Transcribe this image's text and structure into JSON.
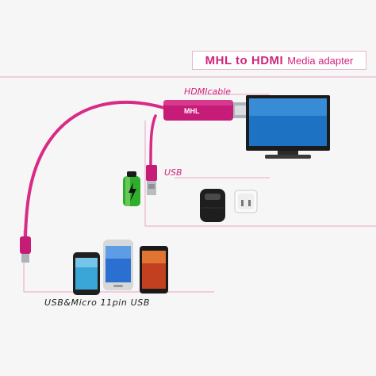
{
  "title": {
    "main": "MHL to HDMI",
    "sub": "Media adapter"
  },
  "labels": {
    "hdmi_cable": "HDMIcable",
    "usb": "USB",
    "usb_micro": "USB&Micro 11pin USB",
    "adapter_brand": "MHL"
  },
  "colors": {
    "cable": "#d92a86",
    "connector": "#c61c78",
    "leader": "#e8a6c6",
    "battery": "#2fae2b"
  },
  "icons": [
    "tv-icon",
    "battery-icon",
    "power-bank-icon",
    "wall-charger-icon",
    "phone-icon"
  ]
}
